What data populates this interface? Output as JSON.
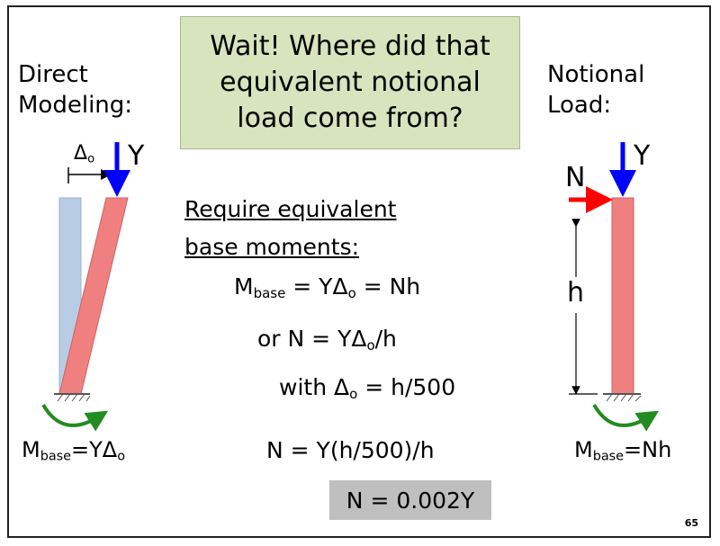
{
  "title": {
    "line1": "Wait!  Where did that",
    "line2": "equivalent notional",
    "line3": "load come from?"
  },
  "left": {
    "heading_line1": "Direct",
    "heading_line2": "Modeling:",
    "delta_label": "Δ",
    "delta_sub": "o",
    "load_label": "Y",
    "moment_m": "M",
    "moment_sub": "base",
    "moment_rest": "=YΔ",
    "moment_rest_sub": "o"
  },
  "right": {
    "heading_line1": "Notional",
    "heading_line2": "Load:",
    "load_label": "Y",
    "notional_label": "N",
    "height_label": "h",
    "moment_m": "M",
    "moment_sub": "base",
    "moment_rest": "=Nh"
  },
  "middle": {
    "require_line1": "Require equivalent",
    "require_line2": "base moments:",
    "eq1_m": "M",
    "eq1_sub": "base",
    "eq1_a": " = YΔ",
    "eq1_a_sub": "o",
    "eq1_b": " = Nh",
    "eq2_a": "or  N = YΔ",
    "eq2_a_sub": "o",
    "eq2_b": "/h",
    "eq3_a": "with  Δ",
    "eq3_a_sub": "o",
    "eq3_b": " = h/500",
    "eq4": "N = Y(h/500)/h",
    "result": "N = 0.002Y"
  },
  "page_number": "65",
  "colors": {
    "title_bg": "#d7e4bd",
    "column_red": "#f08080",
    "column_blue": "#b8cce4",
    "load_arrow": "#0000ff",
    "notional_arrow": "#ff0000",
    "moment_arrow": "#228b22",
    "result_bg": "#bfbfbf"
  }
}
